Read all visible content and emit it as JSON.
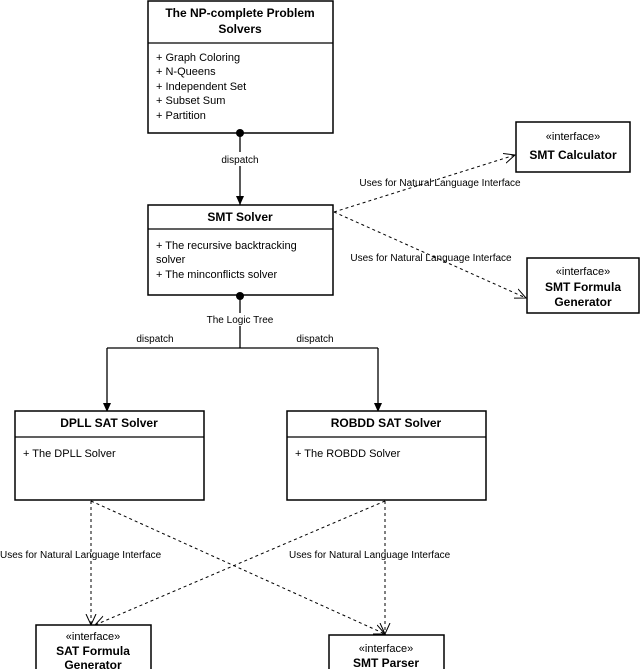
{
  "classes": {
    "np": {
      "title_line1": "The NP-complete Problem",
      "title_line2": "Solvers",
      "members": [
        "+ Graph Coloring",
        "+ N-Queens",
        "+ Independent Set",
        "+ Subset Sum",
        "+ Partition"
      ]
    },
    "smt": {
      "title": "SMT Solver",
      "members": [
        "+ The recursive backtracking",
        "solver",
        "+ The minconflicts solver"
      ]
    },
    "dpll": {
      "title": "DPLL SAT Solver",
      "members": [
        "+ The DPLL Solver"
      ]
    },
    "robdd": {
      "title": "ROBDD SAT Solver",
      "members": [
        "+ The ROBDD Solver"
      ]
    }
  },
  "interfaces": {
    "smt_calculator": {
      "stereotype": "«interface»",
      "name": "SMT Calculator"
    },
    "smt_formula_generator": {
      "stereotype": "«interface»",
      "name_line1": "SMT Formula",
      "name_line2": "Generator"
    },
    "sat_formula_generator": {
      "stereotype": "«interface»",
      "name_line1": "SAT Formula",
      "name_line2": "Generator"
    },
    "smt_parser": {
      "stereotype": "«interface»",
      "name": "SMT Parser"
    }
  },
  "labels": {
    "dispatch_top": "dispatch",
    "logic_tree": "The Logic Tree",
    "dispatch_left": "dispatch",
    "dispatch_right": "dispatch",
    "uses_calc": "Uses for Natural Language Interface",
    "uses_smtgen": "Uses for Natural Language Interface",
    "uses_left": "Uses for Natural Language Interface",
    "uses_right": "Uses for Natural Language Interface"
  }
}
